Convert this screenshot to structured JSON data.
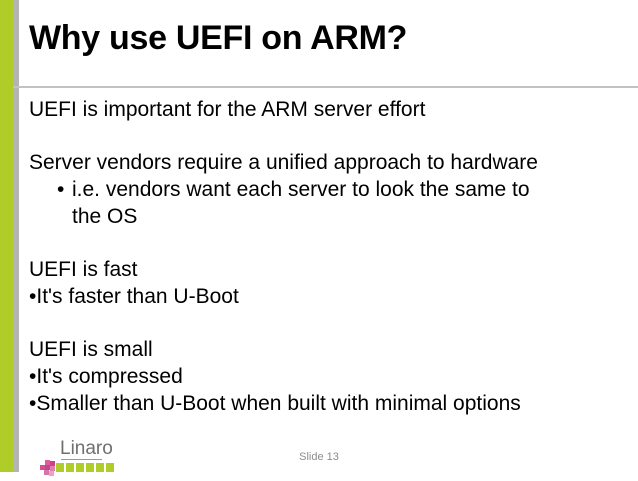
{
  "slide": {
    "title": "Why use UEFI on ARM?",
    "accent_green": "#aecd28",
    "accent_gray": "#b4b4b4",
    "rule_color": "#c2c2c2",
    "text_color": "#000000",
    "background": "#ffffff"
  },
  "body": {
    "lines": [
      {
        "kind": "plain",
        "text": "UEFI is important for the ARM server effort"
      },
      {
        "kind": "spacer",
        "text": ""
      },
      {
        "kind": "plain",
        "text": "Server vendors require a unified approach to hardware"
      },
      {
        "kind": "sub-bullet",
        "bullet": "•",
        "text": "i.e. vendors want each server to look the same to",
        "continuation": "the OS"
      },
      {
        "kind": "spacer",
        "text": ""
      },
      {
        "kind": "plain",
        "text": "UEFI is fast"
      },
      {
        "kind": "tight-bullet",
        "text": "It's faster than U-Boot"
      },
      {
        "kind": "spacer",
        "text": ""
      },
      {
        "kind": "plain",
        "text": "UEFI is small"
      },
      {
        "kind": "tight-bullet",
        "text": "It's compressed"
      },
      {
        "kind": "tight-bullet",
        "text": "Smaller than U-Boot when built with minimal options"
      }
    ]
  },
  "footer": {
    "logo_text": "Linaro",
    "logo_green": "#aecd28",
    "logo_pink": "#d94e93",
    "slide_number": "Slide 13"
  }
}
